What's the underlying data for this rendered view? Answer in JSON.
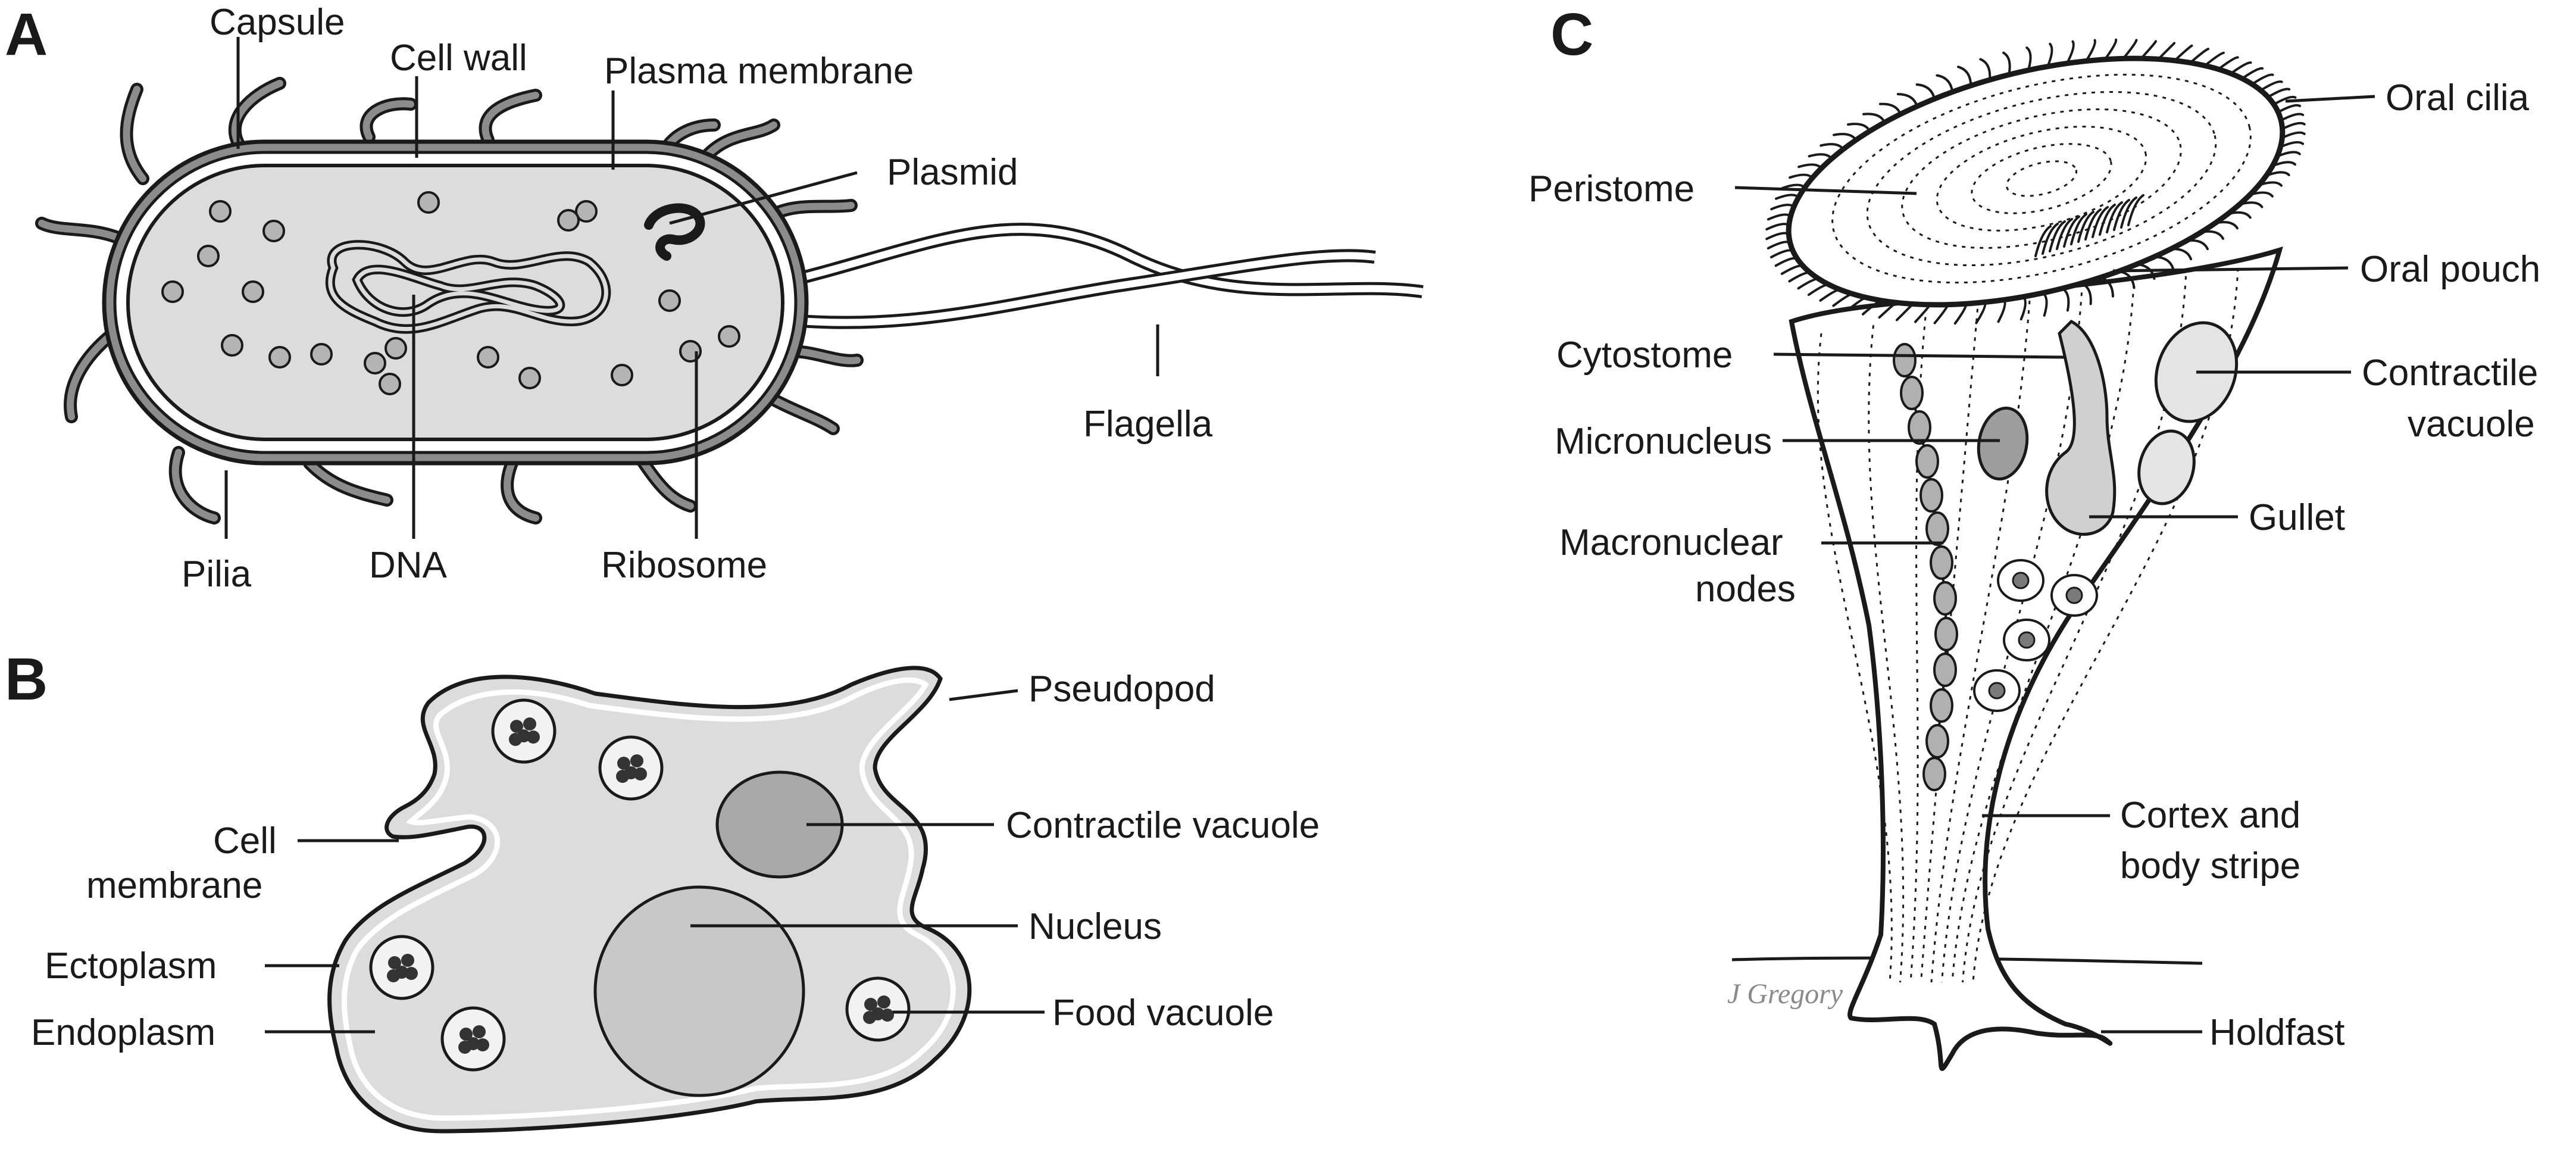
{
  "panels": {
    "a": {
      "letter": "A",
      "labels": {
        "capsule": "Capsule",
        "cell_wall": "Cell wall",
        "plasma_membrane": "Plasma membrane",
        "plasmid": "Plasmid",
        "flagella": "Flagella",
        "pilia": "Pilia",
        "dna": "DNA",
        "ribosome": "Ribosome"
      }
    },
    "b": {
      "letter": "B",
      "labels": {
        "pseudopod": "Pseudopod",
        "cell_membrane_line1": "Cell",
        "cell_membrane_line2": "membrane",
        "contractile_vacuole": "Contractile vacuole",
        "nucleus": "Nucleus",
        "ectoplasm": "Ectoplasm",
        "endoplasm": "Endoplasm",
        "food_vacuole": "Food vacuole"
      }
    },
    "c": {
      "letter": "C",
      "labels": {
        "oral_cilia": "Oral cilia",
        "peristome": "Peristome",
        "oral_pouch": "Oral pouch",
        "cytostome": "Cytostome",
        "contractile_vacuole_line1": "Contractile",
        "contractile_vacuole_line2": "vacuole",
        "micronucleus": "Micronucleus",
        "gullet": "Gullet",
        "macronuclear_nodes_line1": "Macronuclear",
        "macronuclear_nodes_line2": "nodes",
        "cortex_line1": "Cortex and",
        "cortex_line2": "body stripe",
        "holdfast": "Holdfast"
      },
      "signature": "J Gregory"
    }
  },
  "colors": {
    "outline": "#1a1a1a",
    "cytoplasm_fill": "#dcdcdc",
    "capsule_fill": "#8c8c8c",
    "ribosome_fill": "#b4b4b4",
    "dark_organelle": "#9e9e9e",
    "medium_organelle": "#bdbdbd",
    "food_particle": "#333333",
    "signature": "#8a8a8a"
  }
}
